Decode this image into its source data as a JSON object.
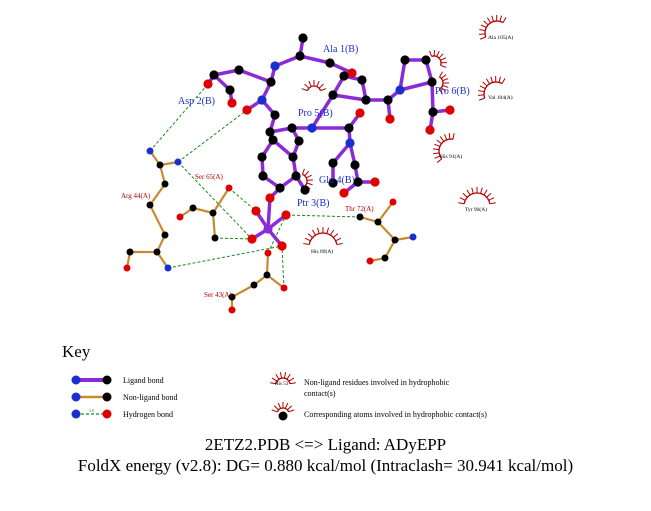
{
  "labels": {
    "ligand_residues": [
      "Ala 1(B)",
      "Asp 2(B)",
      "Pro 5(B)",
      "Pro 6(B)",
      "Glu 4(B)",
      "Ptr 3(B)"
    ],
    "protein_residues": [
      "Ser 65(A)",
      "Arg 44(A)",
      "Thr 72(A)",
      "Ser 43(A)"
    ],
    "hydrophobic_residues": [
      "Ala 105(A)",
      "Val 104(A)",
      "His 91(A)",
      "Tyr 90(A)",
      "His 89(A)"
    ]
  },
  "key": {
    "title": "Key",
    "ligand_bond": "Ligand bond",
    "nonligand_bond": "Non-ligand bond",
    "hbond": "Hydrogen bond",
    "hbond_dist": "3.0",
    "hydrophobic_example": "His 53",
    "hydrophobic_residues_desc_line1": "Non-ligand residues involved in hydrophobic",
    "hydrophobic_residues_desc_line2": "contact(s)",
    "hydrophobic_atoms_desc": "Corresponding atoms involved in hydrophobic contact(s)"
  },
  "footer": {
    "line1": "2ETZ2.PDB <=> Ligand: ADyEPP",
    "line2": "FoldX energy (v2.8): DG= 0.880 kcal/mol (Intraclash= 30.941 kcal/mol)"
  },
  "colors": {
    "ligand_bond": "#8b2bd6",
    "protein_bond": "#c98a2e",
    "hbond": "#1a8a1a",
    "carbon": "#000000",
    "oxygen": "#e00000",
    "nitrogen": "#1a2fd0",
    "phosphorus": "#8b2bd6",
    "ligand_label": "#1a2fd0",
    "protein_label": "#b00000",
    "hydrophobic": "#b00000"
  }
}
